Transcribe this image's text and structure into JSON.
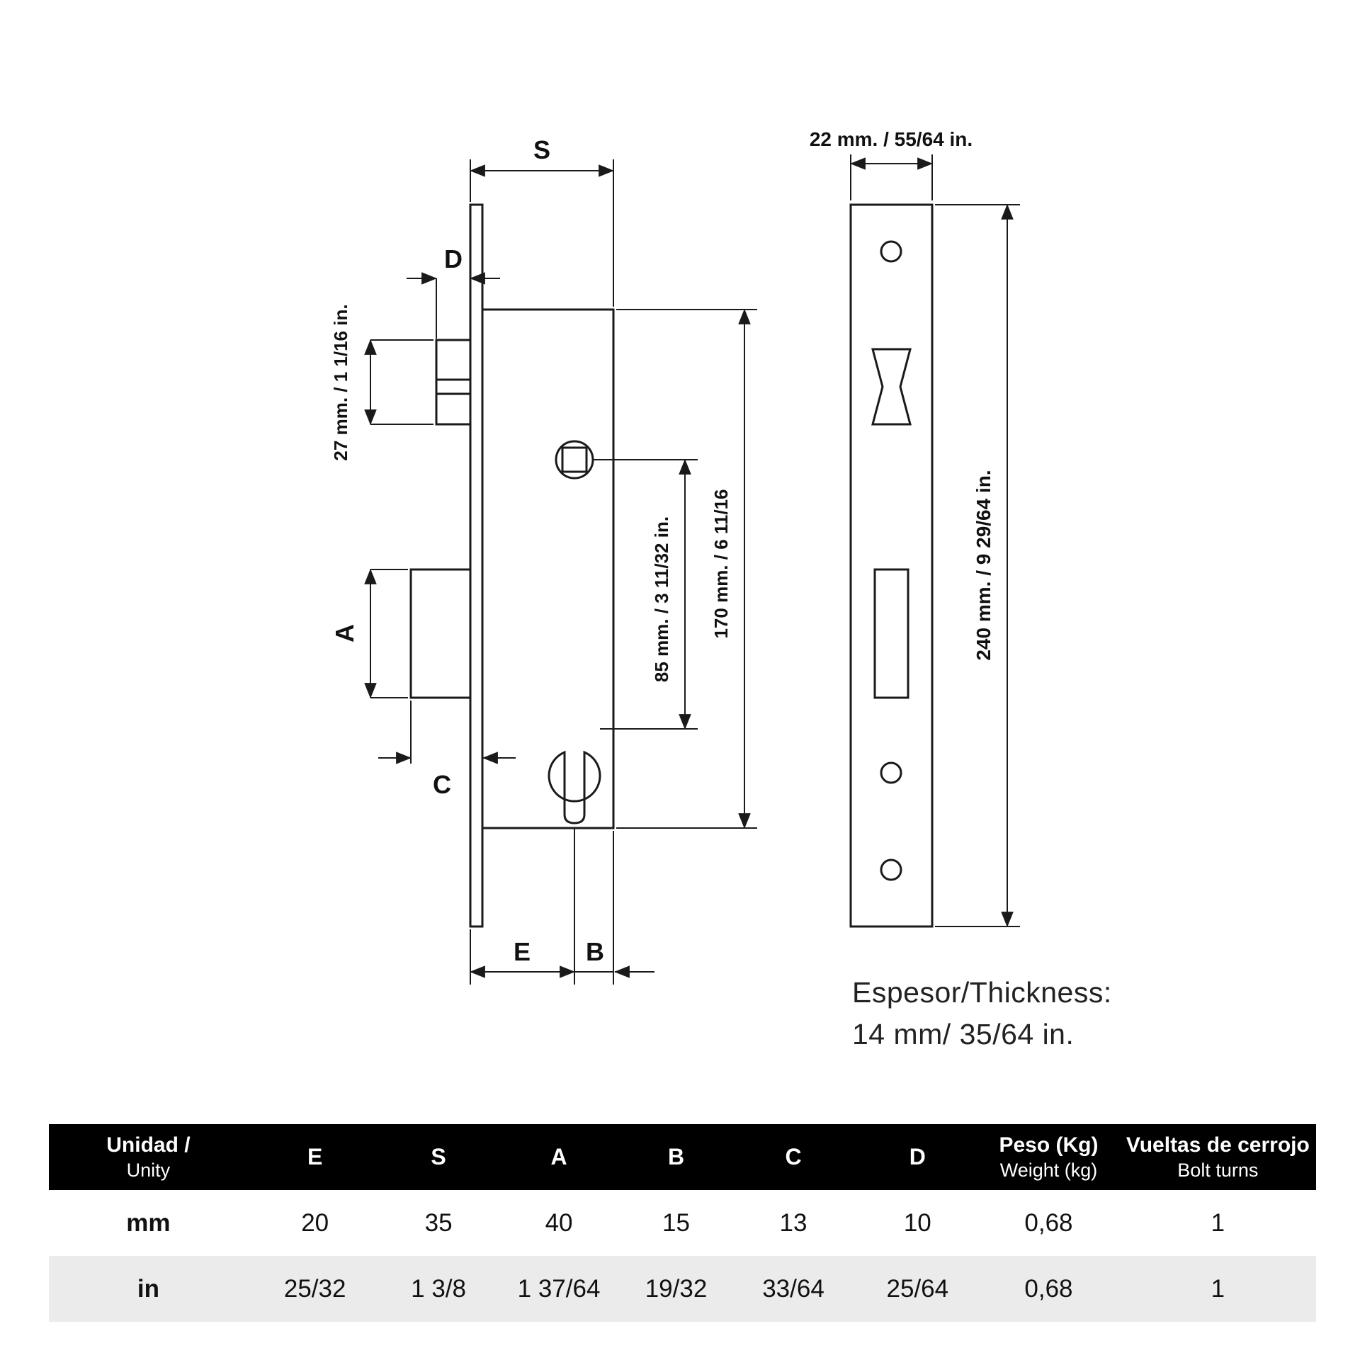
{
  "drawing": {
    "side_view": {
      "label_s": "S",
      "label_d": "D",
      "label_a": "A",
      "label_c": "C",
      "label_e": "E",
      "label_b": "B",
      "dim_latch_height": "27 mm. / 1 1/16 in.",
      "dim_spindle_to_cylinder": "85 mm. / 3 11/32 in.",
      "dim_body_height": "170 mm. / 6 11/16"
    },
    "front_view": {
      "dim_plate_width": "22 mm. / 55/64 in.",
      "dim_plate_height": "240 mm. / 9 29/64 in."
    },
    "thickness": {
      "line1": "Espesor/Thickness:",
      "line2": "14 mm/ 35/64 in."
    }
  },
  "table": {
    "header": {
      "unit_es": "Unidad /",
      "unit_en": "Unity",
      "col_e": "E",
      "col_s": "S",
      "col_a": "A",
      "col_b": "B",
      "col_c": "C",
      "col_d": "D",
      "weight_es": "Peso (Kg)",
      "weight_en": "Weight (kg)",
      "bolt_es": "Vueltas de cerrojo",
      "bolt_en": "Bolt turns"
    },
    "rows": [
      {
        "unit": "mm",
        "e": "20",
        "s": "35",
        "a": "40",
        "b": "15",
        "c": "13",
        "d": "10",
        "weight": "0,68",
        "bolt": "1"
      },
      {
        "unit": "in",
        "e": "25/32",
        "s": "1 3/8",
        "a": "1 37/64",
        "b": "19/32",
        "c": "33/64",
        "d": "25/64",
        "weight": "0,68",
        "bolt": "1"
      }
    ]
  }
}
